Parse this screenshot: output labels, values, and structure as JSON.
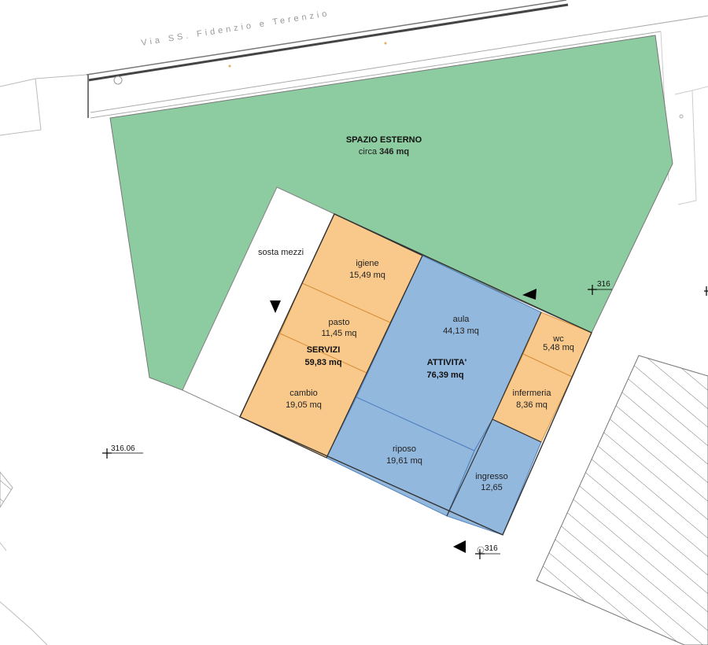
{
  "street": {
    "name": "Via SS. Fidenzio e Terenzio"
  },
  "outdoor": {
    "title": "SPAZIO ESTERNO",
    "area_prefix": "circa ",
    "area_value": "346 mq"
  },
  "parking": {
    "label": "sosta mezzi"
  },
  "rooms": {
    "igiene": {
      "name": "igiene",
      "area": "15,49 mq"
    },
    "pasto": {
      "name": "pasto",
      "area": "11,45 mq"
    },
    "cambio": {
      "name": "cambio",
      "area": "19,05 mq"
    },
    "aula": {
      "name": "aula",
      "area": "44,13 mq"
    },
    "riposo": {
      "name": "riposo",
      "area": "19,61 mq"
    },
    "ingresso": {
      "name": "ingresso",
      "area": "12,65"
    },
    "wc": {
      "name": "wc",
      "area": "5,48 mq"
    },
    "infermeria": {
      "name": "infermeria",
      "area": "8,36 mq"
    }
  },
  "zones": {
    "servizi": {
      "name": "SERVIZI",
      "area": "59,83 mq"
    },
    "attivita": {
      "name": "ATTIVITA'",
      "area": "76,39 mq"
    }
  },
  "elevations": {
    "west": "316.06",
    "east": "316",
    "south": "316"
  },
  "colors": {
    "outdoor": "#8ccca0",
    "services": "#f9c98c",
    "activity": "#93b8de",
    "outline": "#333333"
  }
}
